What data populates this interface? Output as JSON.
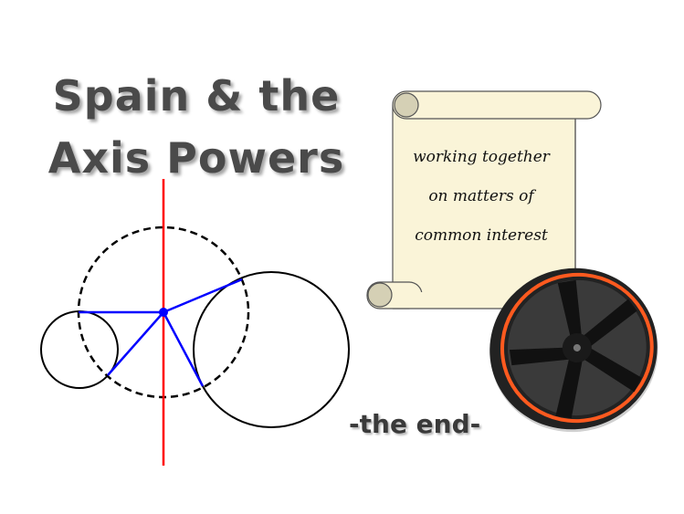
{
  "title": {
    "line1": "Spain & the",
    "line2": "Axis Powers"
  },
  "scroll": {
    "lines": [
      "working together",
      "on matters of",
      "common interest"
    ]
  },
  "footer": {
    "end_text": "-the end-"
  },
  "colors": {
    "axis_line": "#ff0000",
    "spokes": "#0000ff",
    "scroll_fill": "#faf4d8",
    "wheel_stripe": "#ff5a1f"
  },
  "icons": {
    "wheel": "car-wheel-image",
    "scroll": "scroll-banner"
  }
}
